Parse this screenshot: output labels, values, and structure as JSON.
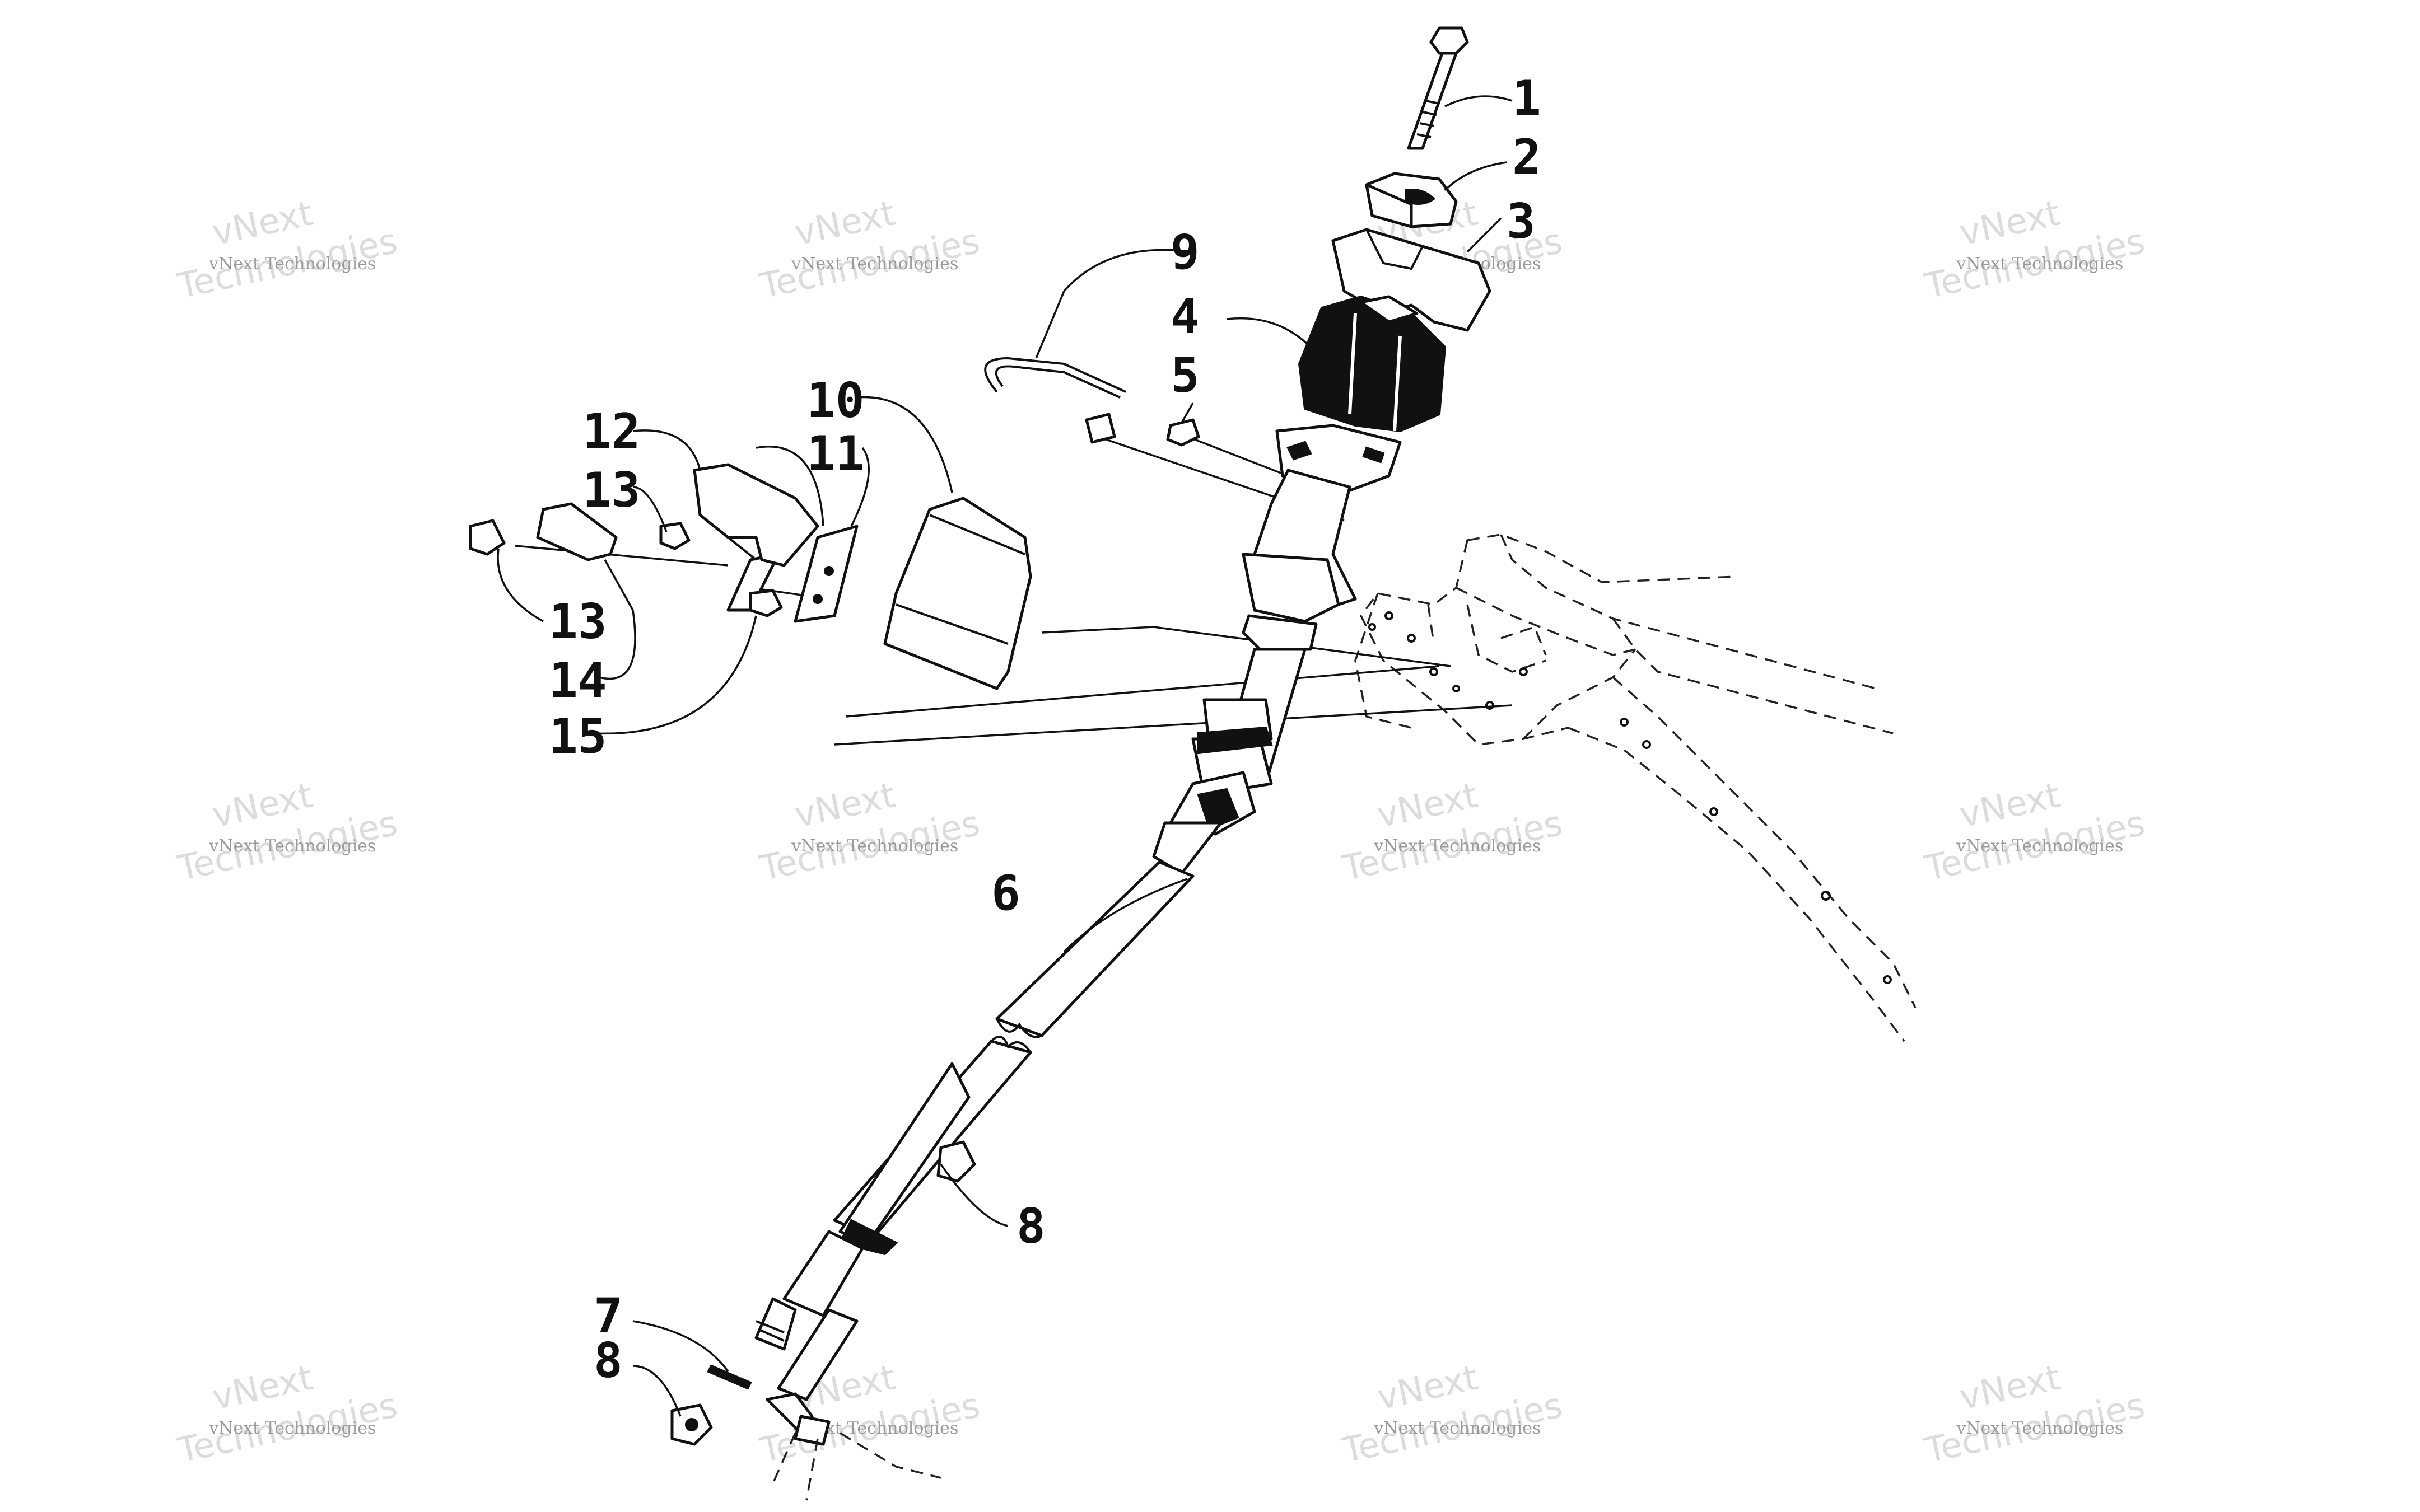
{
  "callouts": [
    {
      "label": "1"
    },
    {
      "label": "2"
    },
    {
      "label": "3"
    },
    {
      "label": "4"
    },
    {
      "label": "5"
    },
    {
      "label": "6"
    },
    {
      "label": "7"
    },
    {
      "label": "8"
    },
    {
      "label": "8"
    },
    {
      "label": "9"
    },
    {
      "label": "10"
    },
    {
      "label": "11"
    },
    {
      "label": "12"
    },
    {
      "label": "13"
    },
    {
      "label": "13"
    },
    {
      "label": "14"
    },
    {
      "label": "15"
    }
  ],
  "watermark": {
    "line1": "vNext Technologies",
    "line2a": "vNext",
    "line2b": "Technologies"
  }
}
